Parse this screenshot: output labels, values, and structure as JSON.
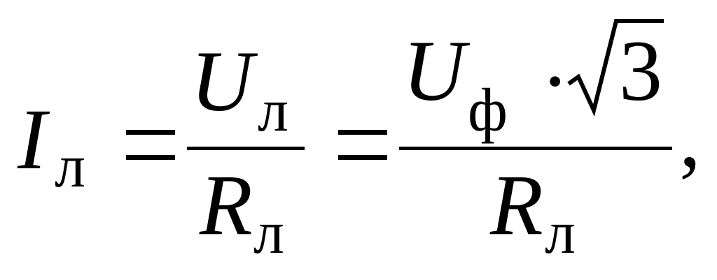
{
  "formula": {
    "lhs": {
      "symbol": "I",
      "subscript": "л"
    },
    "equals_1": "=",
    "fraction_1": {
      "numerator": {
        "symbol": "U",
        "subscript": "л"
      },
      "denominator": {
        "symbol": "R",
        "subscript": "л"
      }
    },
    "equals_2": "=",
    "fraction_2": {
      "numerator": {
        "symbol": "U",
        "subscript": "ф",
        "operator": "·",
        "radicand": "3"
      },
      "denominator": {
        "symbol": "R",
        "subscript": "л"
      }
    },
    "trailing": ","
  }
}
